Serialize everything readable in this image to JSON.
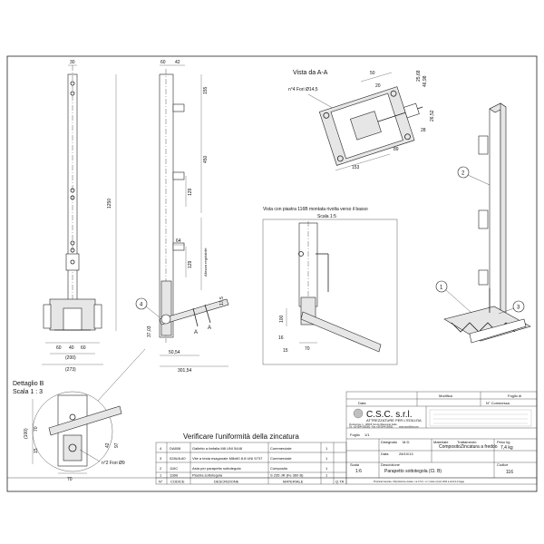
{
  "views": {
    "section_a_title": "Vista da A-A",
    "holes_large": "n°4 Fori Ø14,5",
    "plate_view_title": "Vista con piastra 116B montata rivolta verso il basso",
    "plate_view_scale": "Scala 1:5",
    "detail_title": "Dettaglio B",
    "detail_scale": "Scala 1 : 3",
    "holes_small": "n°2 Fori Ø9",
    "adjustable_height": "Altezza regolabile",
    "zinc_check": "Verificare l'uniformità della zincatura"
  },
  "dimensions": {
    "top_30": "30",
    "top_60": "60",
    "top_42": "42",
    "d155": "155",
    "d450": "450",
    "d1250": "1250",
    "d129a": "129",
    "d129b": "129",
    "d64": "64",
    "d17_5": "17,5",
    "d37_03": "37,03",
    "d50_54": "50,54",
    "d301_54": "301,54",
    "base_60a": "60",
    "base_40": "40",
    "base_60b": "60",
    "base_200": "(200)",
    "base_273": "(273)",
    "s_50": "50",
    "s_20": "20",
    "s_25_68": "25,68",
    "s_46_98": "46,98",
    "s_26_52": "26,52",
    "s_28": "28",
    "s_153": "153",
    "s_89": "89",
    "p_100": "100",
    "p_16": "16",
    "p_70": "70",
    "p_15": "15",
    "det_100": "(100)",
    "det_70a": "70",
    "det_15": "15",
    "det_42": "42",
    "det_97": "97",
    "det_70b": "70"
  },
  "balloons": [
    "4",
    "2",
    "1",
    "3"
  ],
  "bom": {
    "headers": [
      "N°",
      "CODICE",
      "DESCRIZIONE",
      "MATERIALE",
      "Q.TÀ"
    ],
    "rows": [
      [
        "4",
        "DA808",
        "Galletto a farfalla M8 UNI 5448",
        "Commerciale",
        "1"
      ],
      [
        "3",
        "028U8-60",
        "Vite a testa esagonale M8x60 8.8 UNI 5737",
        "Commerciale",
        "1"
      ],
      [
        "2",
        "116C",
        "Asta per parapetto sottotegola",
        "Composito",
        "1"
      ],
      [
        "1",
        "116B",
        "Piastra sottotegola",
        "S 235 JR (Fe 360 B)",
        "1"
      ]
    ]
  },
  "title_block": {
    "company": "C.S.C. s.r.l.",
    "company_sub": "ATTREZZATURE PER L'EDILIZIA",
    "address_line1": "Via Europa, 1 - 48015 Cervia (Ravenna) Italia",
    "address_line2": "Tel. +39 0544 000000 - Fax +39 0544 000001",
    "address_line3": "www.cscedilizia.com",
    "h_data": "Data",
    "h_modifica": "Modifica",
    "h_foglio": "Foglio",
    "h_foglio_di": "Foglio di",
    "h_n_commessa": "N° Commessa",
    "materiale_label": "Materiale",
    "materiale_value": "Composito",
    "trattamento_label": "Trattamento",
    "trattamento_value": "Zincatura a freddo",
    "peso_label": "Peso kg",
    "peso_value": "7,4 kg",
    "descrizione_label": "Descrizione",
    "descrizione_value": "Parapetto sottotegola (Cl. B)",
    "codice_label": "Codice",
    "codice_value": "116",
    "disegnato_label": "Disegnato",
    "disegnato_value": "M.D.",
    "data_label": "Data",
    "data_value": "28/10/13",
    "scala_label": "Scala",
    "scala_value": "1:6",
    "foglio_value": "1/1",
    "footer": "Proprietà riservata - Riproduzione vietata - La C.S.C. s.r.l. tutela i propri diritti a termini di legge"
  }
}
